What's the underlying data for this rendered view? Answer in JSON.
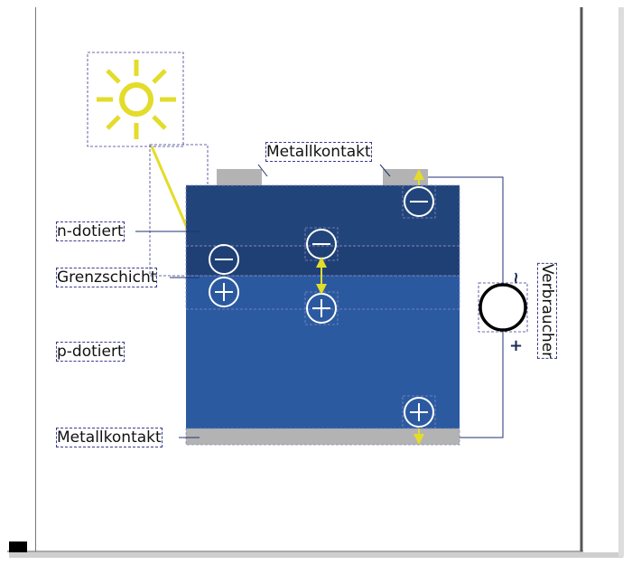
{
  "labels": {
    "metallkontakt_top": "Metallkontakt",
    "n_dotiert": "n-dotiert",
    "grenzschicht": "Grenzschicht",
    "p_dotiert": "p-dotiert",
    "metallkontakt_bottom": "Metallkontakt",
    "verbraucher": "Verbraucher",
    "minus_sign": "−",
    "plus_sign": "+"
  },
  "colors": {
    "n_layer": "#21457a",
    "grenz_n": "#1f4075",
    "grenz_p": "#2a59a0",
    "p_layer": "#2b5aa0",
    "metal": "#b3b3b3",
    "sun": "#e3dc2a",
    "arrow": "#e3dc2a",
    "wire": "#203070",
    "selection": "#3b3b8f"
  },
  "icons": {
    "sun": "sun-icon",
    "electron": "minus-circle-icon",
    "hole": "plus-circle-icon",
    "load": "circle-load-icon"
  }
}
